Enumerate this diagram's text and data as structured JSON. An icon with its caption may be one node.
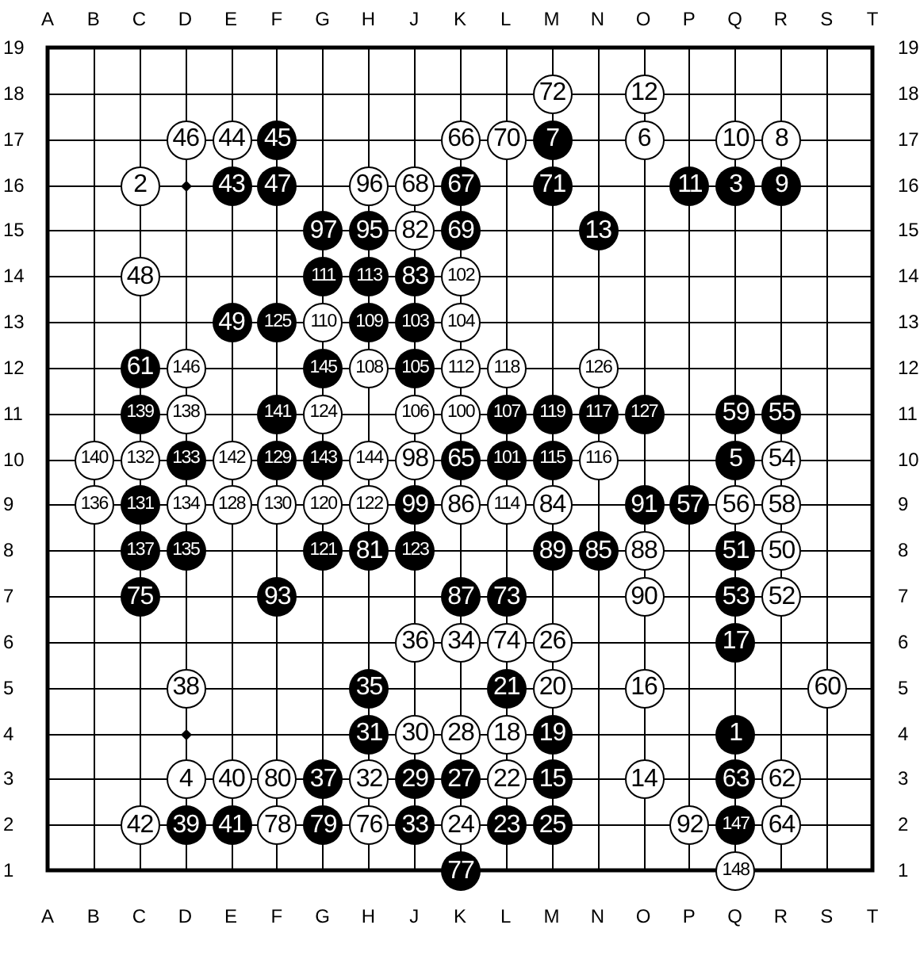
{
  "diagram": {
    "nodes": [
      {
        "text": [
          "72"
        ]
      },
      {
        "text": [
          "12"
        ]
      },
      {
        "text": [
          "46"
        ]
      },
      {
        "text": [
          "44"
        ]
      },
      {
        "text": [
          "45"
        ]
      },
      {
        "text": [
          "66"
        ]
      },
      {
        "text": [
          "70"
        ]
      },
      {
        "text": [
          "7"
        ]
      },
      {
        "text": [
          "6"
        ]
      },
      {
        "text": [
          "10"
        ]
      },
      {
        "text": [
          "8"
        ]
      },
      {
        "text": [
          "2"
        ]
      },
      {
        "text": [
          "43"
        ]
      },
      {
        "text": [
          "47"
        ]
      },
      {
        "text": [
          "96"
        ]
      },
      {
        "text": [
          "68"
        ]
      },
      {
        "text": [
          "67"
        ]
      },
      {
        "text": [
          "71"
        ]
      },
      {
        "text": [
          "11"
        ]
      },
      {
        "text": [
          "3"
        ]
      },
      {
        "text": [
          "9"
        ]
      },
      {
        "text": [
          "97"
        ]
      },
      {
        "text": [
          "95"
        ]
      },
      {
        "text": [
          "82"
        ]
      },
      {
        "text": [
          "69"
        ]
      },
      {
        "text": [
          "13"
        ]
      },
      {
        "text": [
          "48"
        ]
      },
      {
        "text": [
          "111"
        ]
      },
      {
        "text": [
          "113"
        ]
      },
      {
        "text": [
          "83"
        ]
      },
      {
        "text": [
          "102"
        ]
      },
      {
        "text": [
          "49"
        ]
      },
      {
        "text": [
          "125"
        ]
      },
      {
        "text": [
          "110"
        ]
      },
      {
        "text": [
          "109"
        ]
      },
      {
        "text": [
          "103"
        ]
      },
      {
        "text": [
          "104"
        ]
      },
      {
        "text": [
          "61"
        ]
      },
      {
        "text": [
          "146"
        ]
      },
      {
        "text": [
          "145"
        ]
      },
      {
        "text": [
          "108"
        ]
      },
      {
        "text": [
          "105"
        ]
      },
      {
        "text": [
          "112"
        ]
      },
      {
        "text": [
          "118"
        ]
      },
      {
        "text": [
          "126"
        ]
      },
      {
        "text": [
          "139"
        ]
      },
      {
        "text": [
          "138"
        ]
      },
      {
        "text": [
          "141"
        ]
      },
      {
        "text": [
          "124"
        ]
      },
      {
        "text": [
          "106"
        ]
      },
      {
        "text": [
          "100"
        ]
      },
      {
        "text": [
          "107"
        ]
      },
      {
        "text": [
          "119"
        ]
      },
      {
        "text": [
          "117"
        ]
      },
      {
        "text": [
          "127"
        ]
      },
      {
        "text": [
          "59"
        ]
      },
      {
        "text": [
          "55"
        ]
      },
      {
        "text": [
          "140"
        ]
      },
      {
        "text": [
          "132"
        ]
      },
      {
        "text": [
          "133"
        ]
      },
      {
        "text": [
          "142"
        ]
      },
      {
        "text": [
          "129"
        ]
      },
      {
        "text": [
          "143"
        ]
      },
      {
        "text": [
          "144"
        ]
      },
      {
        "text": [
          "98"
        ]
      },
      {
        "text": [
          "65"
        ]
      },
      {
        "text": [
          "101"
        ]
      },
      {
        "text": [
          "115"
        ]
      },
      {
        "text": [
          "116"
        ]
      },
      {
        "text": [
          "5"
        ]
      },
      {
        "text": [
          "54"
        ]
      },
      {
        "text": [
          "136"
        ]
      },
      {
        "text": [
          "131"
        ]
      },
      {
        "text": [
          "134"
        ]
      },
      {
        "text": [
          "128"
        ]
      },
      {
        "text": [
          "130"
        ]
      },
      {
        "text": [
          "120"
        ]
      },
      {
        "text": [
          "122"
        ]
      },
      {
        "text": [
          "99"
        ]
      },
      {
        "text": [
          "86"
        ]
      },
      {
        "text": [
          "114"
        ]
      },
      {
        "text": [
          "84"
        ]
      },
      {
        "text": [
          "91"
        ]
      },
      {
        "text": [
          "57"
        ]
      },
      {
        "text": [
          "56"
        ]
      },
      {
        "text": [
          "58"
        ]
      },
      {
        "text": [
          "137"
        ]
      },
      {
        "text": [
          "135"
        ]
      },
      {
        "text": [
          "121"
        ]
      },
      {
        "text": [
          "81"
        ]
      },
      {
        "text": [
          "123"
        ]
      },
      {
        "text": [
          "89"
        ]
      },
      {
        "text": [
          "85"
        ]
      },
      {
        "text": [
          "88"
        ]
      },
      {
        "text": [
          "51"
        ]
      },
      {
        "text": [
          "50"
        ]
      },
      {
        "text": [
          "75"
        ]
      },
      {
        "text": [
          "93"
        ]
      },
      {
        "text": [
          "87"
        ]
      },
      {
        "text": [
          "73"
        ]
      },
      {
        "text": [
          "90"
        ]
      },
      {
        "text": [
          "53"
        ]
      },
      {
        "text": [
          "52"
        ]
      },
      {
        "text": [
          "36"
        ]
      },
      {
        "text": [
          "34"
        ]
      },
      {
        "text": [
          "74"
        ]
      },
      {
        "text": [
          "26"
        ]
      },
      {
        "text": [
          "17"
        ]
      },
      {
        "text": [
          "38"
        ]
      },
      {
        "text": [
          "35"
        ]
      },
      {
        "text": [
          "21"
        ]
      },
      {
        "text": [
          "20"
        ]
      },
      {
        "text": [
          "16"
        ]
      },
      {
        "text": [
          "60"
        ]
      },
      {
        "text": [
          "31"
        ]
      },
      {
        "text": [
          "30"
        ]
      },
      {
        "text": [
          "28"
        ]
      },
      {
        "text": [
          "18"
        ]
      },
      {
        "text": [
          "19"
        ]
      },
      {
        "text": [
          "1"
        ]
      },
      {
        "text": [
          "4"
        ]
      },
      {
        "text": [
          "40"
        ]
      },
      {
        "text": [
          "80"
        ]
      },
      {
        "text": [
          "37"
        ]
      },
      {
        "text": [
          "32"
        ]
      },
      {
        "text": [
          "29"
        ]
      },
      {
        "text": [
          "27"
        ]
      },
      {
        "text": [
          "22"
        ]
      },
      {
        "text": [
          "15"
        ]
      },
      {
        "text": [
          "14"
        ]
      },
      {
        "text": [
          "63"
        ]
      },
      {
        "text": [
          "62"
        ]
      },
      {
        "text": [
          "42"
        ]
      },
      {
        "text": [
          "39"
        ]
      },
      {
        "text": [
          "41"
        ]
      },
      {
        "text": [
          "78"
        ]
      },
      {
        "text": [
          "79"
        ]
      },
      {
        "text": [
          "76"
        ]
      },
      {
        "text": [
          "33"
        ]
      },
      {
        "text": [
          "24"
        ]
      },
      {
        "text": [
          "23"
        ]
      },
      {
        "text": [
          "25"
        ]
      },
      {
        "text": [
          "92"
        ]
      },
      {
        "text": [
          "147"
        ]
      },
      {
        "text": [
          "64"
        ]
      },
      {
        "text": [
          "77"
        ]
      },
      {
        "text": [
          "148"
        ]
      }
    ],
    "labels": [
      "A",
      "B",
      "C",
      "D",
      "E",
      "F",
      "G",
      "H",
      "J",
      "K",
      "L",
      "M",
      "N",
      "O",
      "P",
      "Q",
      "R",
      "S",
      "T",
      "19",
      "19",
      "18",
      "18",
      "17",
      "17",
      "16",
      "16",
      "15",
      "15",
      "14",
      "14",
      "13",
      "13",
      "12",
      "12",
      "11",
      "11",
      "10",
      "10",
      "9",
      "9",
      "8",
      "8",
      "7",
      "7",
      "6",
      "6",
      "5",
      "5",
      "4",
      "4",
      "3",
      "3",
      "2",
      "2",
      "1",
      "1",
      "A",
      "B",
      "C",
      "D",
      "E",
      "F",
      "G",
      "H",
      "J",
      "K",
      "L",
      "M",
      "N",
      "O",
      "P",
      "Q",
      "R",
      "S",
      "T"
    ]
  }
}
